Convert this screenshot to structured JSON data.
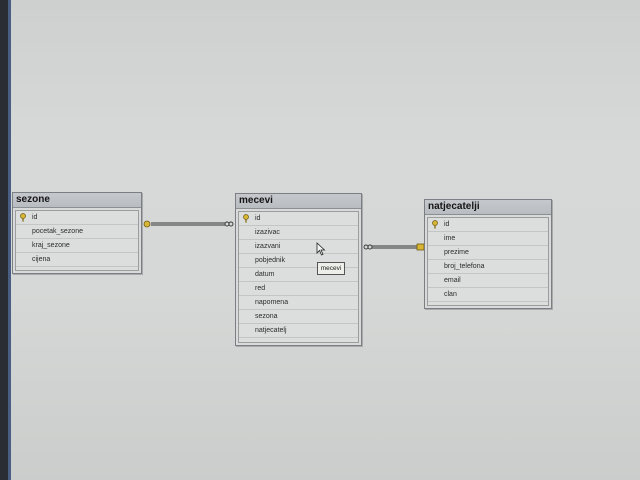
{
  "tables": {
    "sezone": {
      "title": "sezone",
      "fields": [
        "id",
        "pocetak_sezone",
        "kraj_sezone",
        "cijena"
      ]
    },
    "mecevi": {
      "title": "mecevi",
      "fields": [
        "id",
        "izazivac",
        "izazvani",
        "pobjednik",
        "datum",
        "red",
        "napomena",
        "sezona",
        "natjecatelj"
      ]
    },
    "natjecatelji": {
      "title": "natjecatelji",
      "fields": [
        "id",
        "ime",
        "prezime",
        "broj_telefona",
        "email",
        "clan"
      ]
    }
  },
  "tooltip": {
    "text": "mecevi"
  },
  "icons": {
    "primary_key": "key-icon",
    "relationship_key_end": "key-icon",
    "relationship_many_end": "infinity-icon",
    "cursor": "mouse-pointer-icon"
  },
  "colors": {
    "key_icon": "#c9a722",
    "relationship_line": "#333333",
    "taskbar": "#4a5e84"
  }
}
